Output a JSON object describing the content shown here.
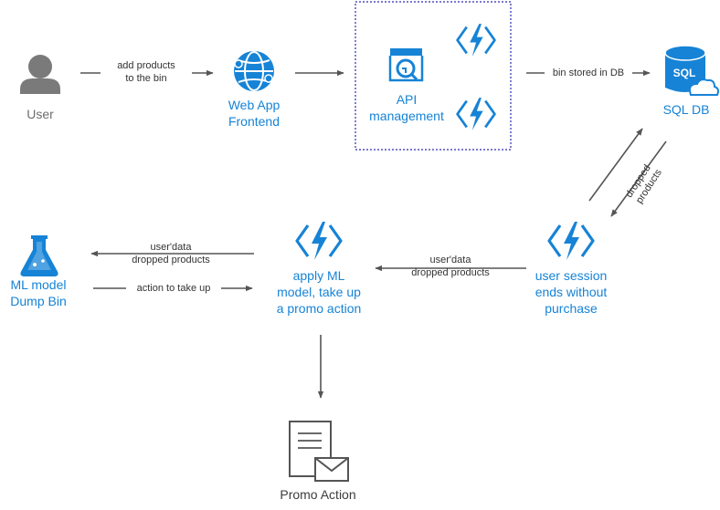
{
  "nodes": {
    "user": {
      "label": "User"
    },
    "web_app": {
      "line1": "Web App",
      "line2": "Frontend"
    },
    "api_management": {
      "line1": "API",
      "line2": "management"
    },
    "sql_db": {
      "label": "SQL DB",
      "icon_text": "SQL"
    },
    "user_session": {
      "line1": "user session",
      "line2": "ends without",
      "line3": "purchase"
    },
    "apply_ml": {
      "line1": "apply ML",
      "line2": "model, take up",
      "line3": "a promo action"
    },
    "ml_model": {
      "line1": "ML model",
      "line2": "Dump Bin"
    },
    "promo_action": {
      "label": "Promo Action"
    }
  },
  "edges": {
    "user_to_webapp": {
      "line1": "add products",
      "line2": "to the bin"
    },
    "api_to_sql": {
      "label": "bin stored in DB"
    },
    "sql_to_session": {
      "line1": "dropped",
      "line2": "products"
    },
    "session_to_apply": {
      "line1": "user'data",
      "line2": "dropped products"
    },
    "apply_to_ml": {
      "line1": "user'data",
      "line2": "dropped products"
    },
    "ml_to_apply": {
      "label": "action to take up"
    }
  },
  "colors": {
    "azure_blue": "#1683D6",
    "arrow": "#555555",
    "icon_gray": "#7a7a7a",
    "api_border": "#2b2bb0"
  },
  "icons": {
    "user": "person-icon",
    "web_app": "web-app-globe-icon",
    "api": "api-management-icon",
    "function": "azure-function-icon",
    "sql": "sql-database-icon",
    "ml": "flask-icon",
    "promo": "document-envelope-icon"
  }
}
